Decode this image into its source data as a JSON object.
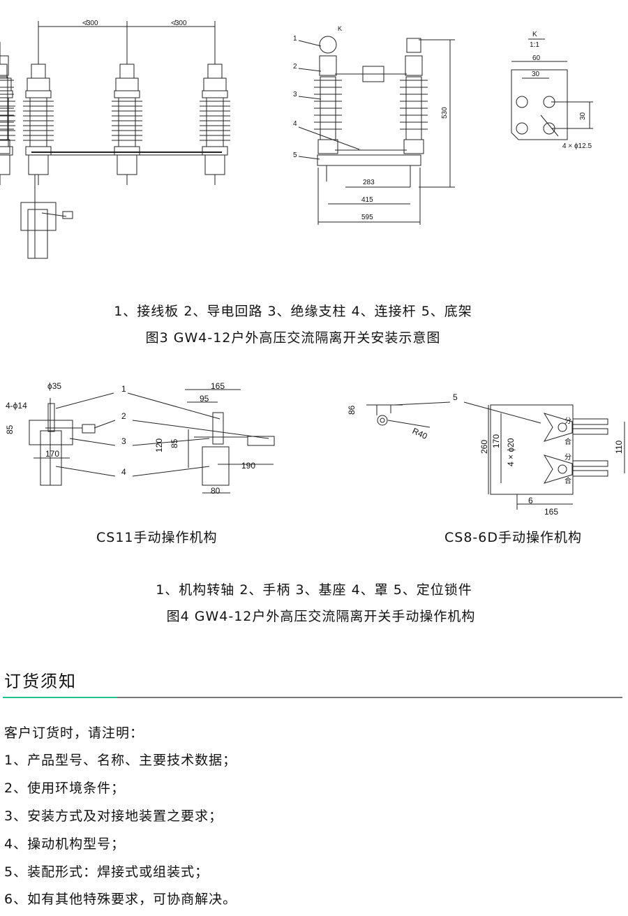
{
  "figure3": {
    "dims_left": [
      "≮300",
      "≮300"
    ],
    "parts_numbers": [
      "1",
      "2",
      "3",
      "4",
      "5"
    ],
    "detail_label": "K",
    "dims_mid": [
      "530",
      "283",
      "415",
      "595"
    ],
    "detail_view": {
      "title": "K",
      "scale": "1:1",
      "dims": [
        "60",
        "30",
        "30"
      ],
      "holes": "4 × ϕ12.5"
    },
    "legend": "1、接线板   2、导电回路   3、绝缘支柱   4、连接杆   5、底架",
    "caption": "图3  GW4-12户外高压交流隔离开关安装示意图"
  },
  "figure4": {
    "cs11": {
      "dims": [
        "ϕ35",
        "4-ϕ14",
        "85",
        "170",
        "165",
        "95",
        "120",
        "85",
        "190",
        "80"
      ],
      "numbers": [
        "1",
        "2",
        "3",
        "4"
      ],
      "label": "CS11手动操作机构"
    },
    "cs8": {
      "dims": [
        "86",
        "R40",
        "260",
        "170",
        "4 × ϕ20",
        "110",
        "6",
        "165"
      ],
      "numbers": [
        "5"
      ],
      "marks": [
        "分",
        "合",
        "分",
        "合"
      ],
      "label": "CS8-6D手动操作机构"
    },
    "legend": "1、机构转轴   2、手柄   3、基座   4、罩   5、定位锁件",
    "caption": "图4  GW4-12户外高压交流隔离开关手动操作机构"
  },
  "ordering": {
    "heading": "订货须知",
    "accent_color": "#22c38a",
    "lines": [
      "客户订货时，请注明：",
      "1、产品型号、名称、主要技术数据；",
      "2、使用环境条件；",
      "3、安装方式及对接地装置之要求；",
      "4、操动机构型号；",
      "5、装配形式：焊接式或组装式；",
      "6、如有其他特殊要求，可协商解决。"
    ]
  }
}
